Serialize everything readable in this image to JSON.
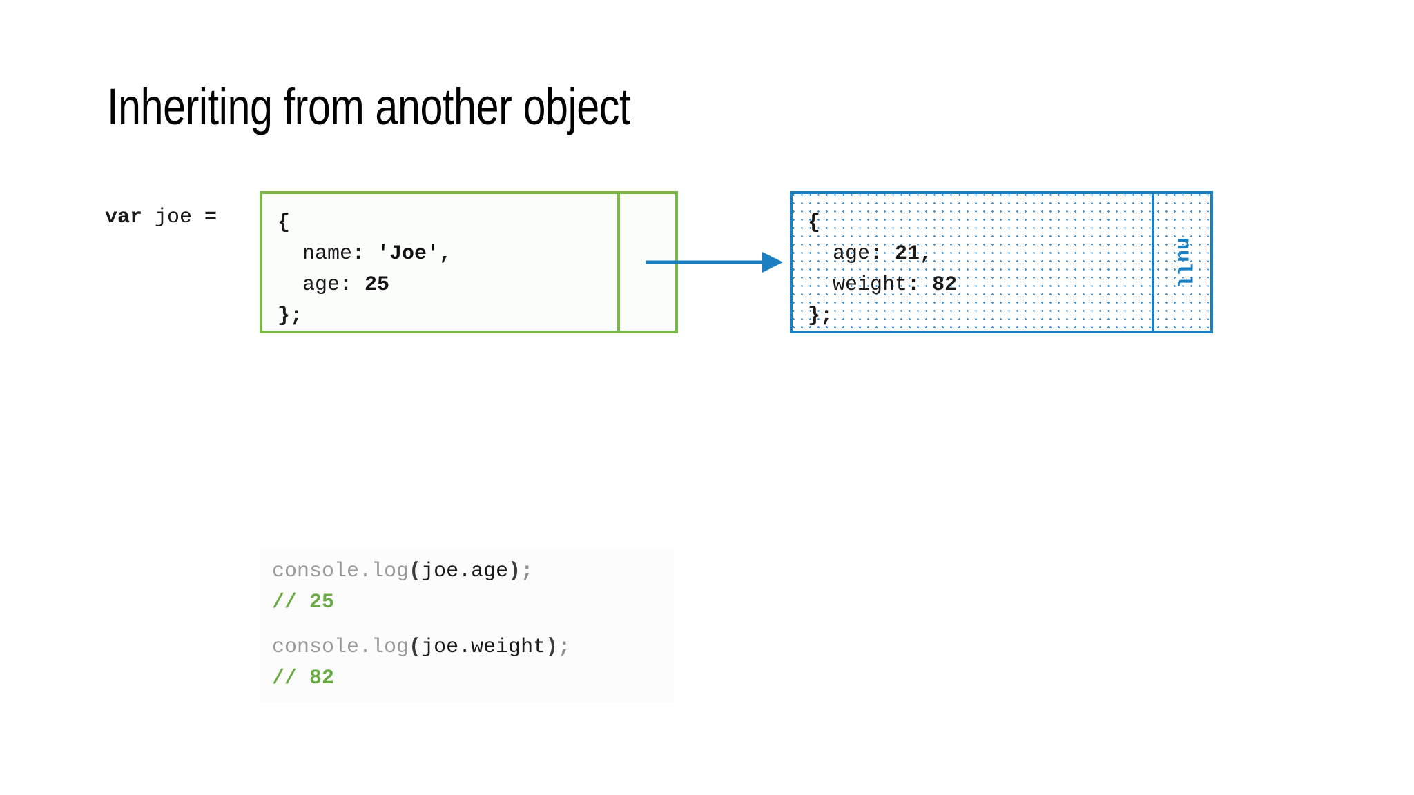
{
  "slide": {
    "title": "Inheriting from another object",
    "background": "#ffffff"
  },
  "colors": {
    "object_box_border": "#7ab648",
    "object_box_fill": "#fafdfa",
    "prototype_box_border": "#1a7fc1",
    "prototype_dot": "#3d8fd0",
    "arrow": "#1a7fc1",
    "comment_green": "#6aaa42",
    "dim_gray": "#9a9a9a",
    "text_black": "#1a1a1a"
  },
  "declaration": {
    "keyword": "var",
    "identifier": " joe ",
    "operator": "="
  },
  "object_box": {
    "name": "joe-object",
    "lines": [
      {
        "indent": "",
        "text": "{",
        "style": "brace"
      },
      {
        "indent": "  ",
        "key": "name",
        "colon": ": ",
        "value": "'Joe'",
        "trailing": ","
      },
      {
        "indent": "  ",
        "key": "age",
        "colon": ": ",
        "value": "25",
        "trailing": ""
      },
      {
        "indent": "",
        "text": "};",
        "style": "brace"
      }
    ],
    "prototype_slot_label": ""
  },
  "prototype_box": {
    "name": "prototype-object",
    "lines": [
      {
        "indent": "",
        "text": "{",
        "style": "brace"
      },
      {
        "indent": "  ",
        "key": "age",
        "colon": ": ",
        "value": "21",
        "trailing": ","
      },
      {
        "indent": "  ",
        "key": "weight",
        "colon": ": ",
        "value": "82",
        "trailing": ""
      },
      {
        "indent": "",
        "text": "};",
        "style": "brace"
      }
    ],
    "null_slot_label": "null"
  },
  "arrow": {
    "label": "",
    "from": "joe-object-prototype-slot",
    "to": "prototype-object"
  },
  "console_blocks": [
    {
      "call_prefix": "console.log",
      "open_paren": "(",
      "expression": "joe.age",
      "close_paren": ")",
      "semicolon": ";",
      "comment": "// 25"
    },
    {
      "call_prefix": "console.log",
      "open_paren": "(",
      "expression": "joe.weight",
      "close_paren": ")",
      "semicolon": ";",
      "comment": "// 82"
    }
  ]
}
